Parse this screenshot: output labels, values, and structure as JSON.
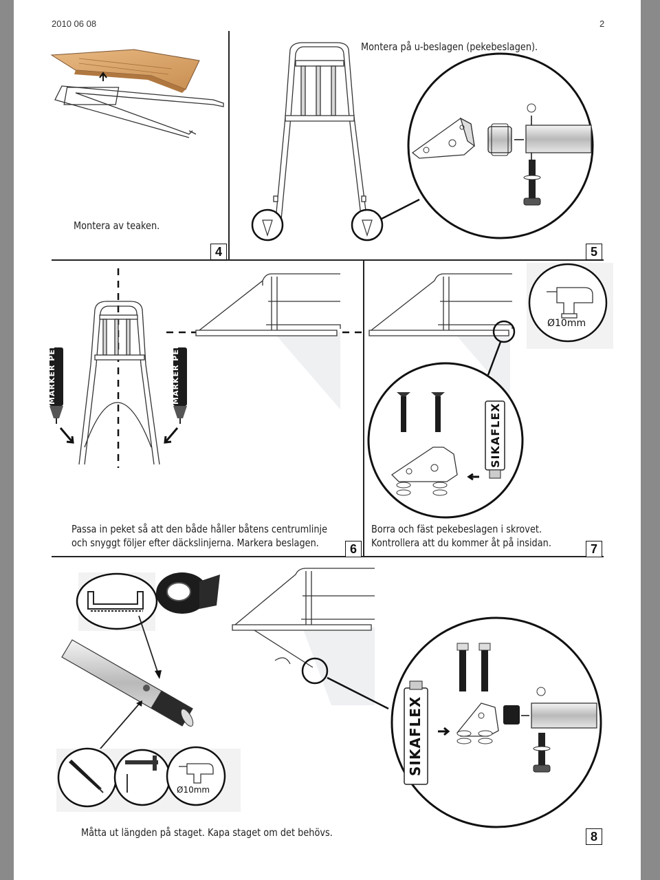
{
  "header": {
    "date": "2010 06 08",
    "page_number": "2"
  },
  "steps": [
    {
      "number": "4",
      "text_lines": [
        "Montera av teaken."
      ]
    },
    {
      "number": "5",
      "text_lines": [
        "Montera på u-beslagen (pekebeslagen)."
      ]
    },
    {
      "number": "6",
      "text_lines": [
        "Passa in peket så att den både håller båtens centrumlinje",
        "och snyggt följer efter däckslinjerna. Markera beslagen."
      ]
    },
    {
      "number": "7",
      "text_lines": [
        "Borra och fäst pekebeslagen i skrovet.",
        "Kontrollera att du kommer åt på insidan."
      ]
    },
    {
      "number": "8",
      "text_lines": [
        "Måtta ut längden på staget. Kapa staget om det behövs."
      ]
    }
  ],
  "labels": {
    "drill_size_7": "Ø10mm",
    "drill_size_8": "Ø10mm",
    "sealant_7": "SIKAFLEX",
    "sealant_8": "SIKAFLEX",
    "marker_text": "MARKER PEN"
  },
  "colors": {
    "teak": "#d9a46a",
    "background": "#8a8a8a",
    "shade": "#eef0f2"
  }
}
